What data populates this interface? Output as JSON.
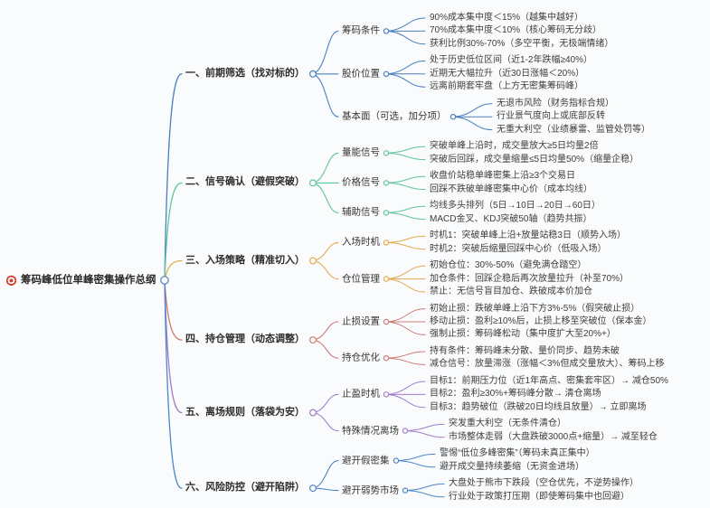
{
  "central": {
    "title": "筹码峰低位单峰密集操作总纲"
  },
  "branches": [
    {
      "label": "一、前期筛选（找对标的）",
      "color": "#4a7fc1",
      "children": [
        {
          "label": "筹码条件",
          "leaves": [
            "90%成本集中度＜15%（越集中越好）",
            "70%成本集中度＜10%（核心筹码无分歧）",
            "获利比例30%-70%（多空平衡，无极端情绪）"
          ]
        },
        {
          "label": "股价位置",
          "leaves": [
            "处于历史低位区间（近1-2年跌幅≥40%）",
            "近期无大幅拉升（近30日涨幅＜20%）",
            "远离前期套牢盘（上方无密集筹码峰）"
          ]
        },
        {
          "label": "基本面（可选，加分项）",
          "leaves": [
            "无退市风险（财务指标合规）",
            "行业景气度向上或底部反转",
            "无重大利空（业绩暴雷、监管处罚等）"
          ]
        }
      ]
    },
    {
      "label": "二、信号确认（避假突破）",
      "color": "#5fc4a0",
      "children": [
        {
          "label": "量能信号",
          "leaves": [
            "突破单峰上沿时，成交量放大≥5日均量2倍",
            "突破后回踩，成交量缩量≤5日均量50%（缩量企稳）"
          ]
        },
        {
          "label": "价格信号",
          "leaves": [
            "收盘价站稳单峰密集上沿≥3个交易日",
            "回踩不跌破单峰密集中心价（成本均线）"
          ]
        },
        {
          "label": "辅助信号",
          "leaves": [
            "均线多头排列（5日→10日→20日→60日）",
            "MACD金叉、KDJ突破50轴（趋势共振）"
          ]
        }
      ]
    },
    {
      "label": "三、入场策略（精准切入）",
      "color": "#e6aa4e",
      "children": [
        {
          "label": "入场时机",
          "leaves": [
            "时机1：突破单峰上沿+放量站稳3日（顺势入场）",
            "时机2：突破后缩量回踩中心价（低吸入场）"
          ]
        },
        {
          "label": "仓位管理",
          "leaves": [
            "初始仓位：30%-50%（避免满仓踏空）",
            "加仓条件：回踩企稳后再次放量拉升（补至70%）",
            "禁止：无信号盲目加仓、跌破成本价加仓"
          ]
        }
      ]
    },
    {
      "label": "四、持仓管理（动态调整）",
      "color": "#ce7c73",
      "children": [
        {
          "label": "止损设置",
          "leaves": [
            "初始止损：跌破单峰上沿下方3%-5%（假突破止损）",
            "移动止损：盈利≥10%后，止损上移至突破位（保本金）",
            "强制止损：筹码峰松动（集中度扩大至20%+）"
          ]
        },
        {
          "label": "持仓优化",
          "leaves": [
            "持有条件：筹码峰未分散、量价同步、趋势未破",
            "减仓信号：放量滞涨（涨幅＜3%但成交量放大）、筹码上移"
          ]
        }
      ]
    },
    {
      "label": "五、离场规则（落袋为安）",
      "color": "#a17cc9",
      "children": [
        {
          "label": "止盈时机",
          "leaves": [
            "目标1：前期压力位（近1年高点、密集套牢区）→ 减仓50%",
            "目标2：盈利≥30%+筹码峰分散→ 清仓离场",
            "目标3：趋势破位（跌破20日均线且放量）→ 立即离场"
          ]
        },
        {
          "label": "特殊情况离场",
          "leaves": [
            "突发重大利空（无条件清仓）",
            "市场整体走弱（大盘跌破3000点+缩量）→ 减至轻仓"
          ]
        }
      ]
    },
    {
      "label": "六、风险防控（避开陷阱）",
      "color": "#4b87ca",
      "children": [
        {
          "label": "避开假密集",
          "leaves": [
            "警惕“低位多峰密集”（筹码未真正集中）",
            "避开成交量持续萎缩（无资金进场）"
          ]
        },
        {
          "label": "避开弱势市场",
          "leaves": [
            "大盘处于熊市下跌段（空仓优先，不逆势操作）",
            "行业处于政策打压期（即使筹码集中也回避）"
          ]
        }
      ]
    }
  ]
}
